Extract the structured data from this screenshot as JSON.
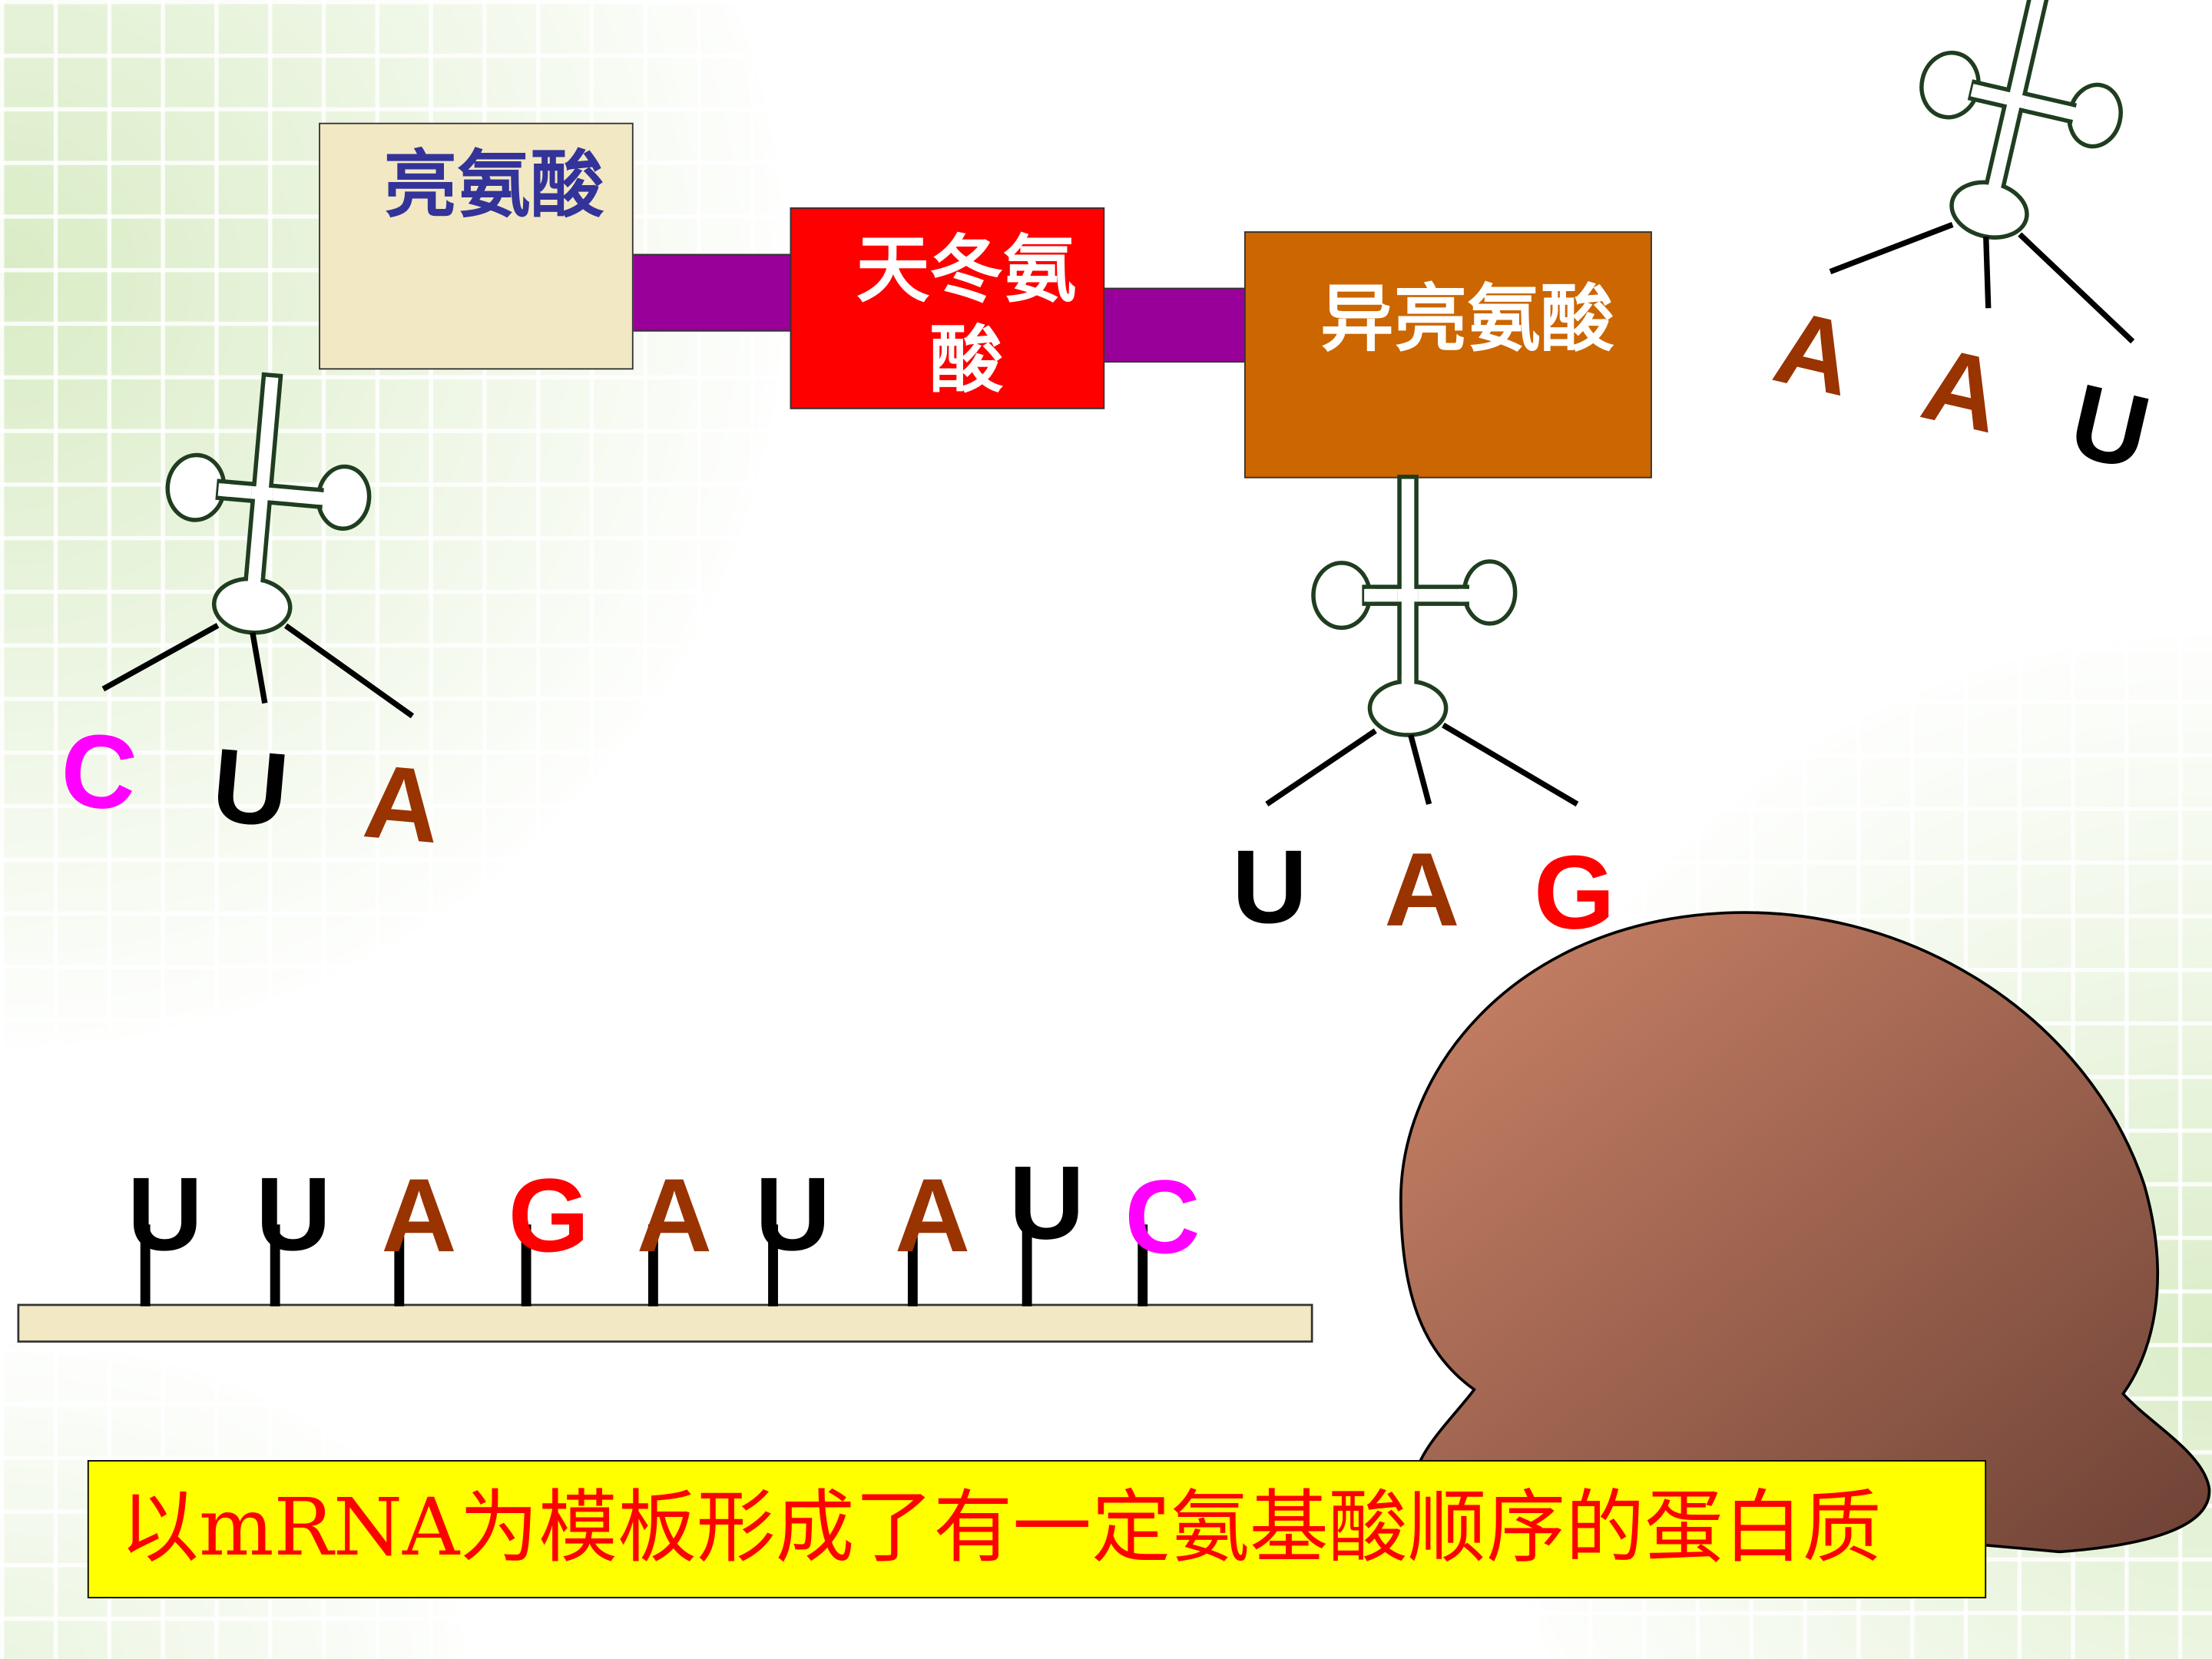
{
  "amino_acids": [
    {
      "label": "亮氨酸",
      "fill": "#F2E8C4",
      "text_color": "#333399"
    },
    {
      "label": "天冬氨酸",
      "fill": "#FF0000",
      "text_color": "#FFFFFF"
    },
    {
      "label": "异亮氨酸",
      "fill": "#CC6600",
      "text_color": "#FFFFFF"
    }
  ],
  "peptide_bond_color": "#990099",
  "trna": [
    {
      "anticodon": [
        "C",
        "U",
        "A"
      ]
    },
    {
      "anticodon": [
        "U",
        "A",
        "G"
      ]
    },
    {
      "anticodon": [
        "A",
        "A",
        "U"
      ]
    }
  ],
  "trna_color": "#1F3D1F",
  "mrna": {
    "bases": [
      "U",
      "U",
      "A",
      "G",
      "A",
      "U",
      "A",
      "U",
      "C"
    ],
    "strand_color": "#F2E8C4"
  },
  "base_colors": {
    "A": "#993300",
    "U": "#000000",
    "G": "#FF0000",
    "C": "#FF00FF"
  },
  "ribosome_colors": [
    "#CC8468",
    "#6E4236"
  ],
  "caption": {
    "text": "以mRNA为模板形成了有一定氨基酸顺序的蛋白质",
    "color": "#FF0000",
    "background": "#FFFF00"
  }
}
